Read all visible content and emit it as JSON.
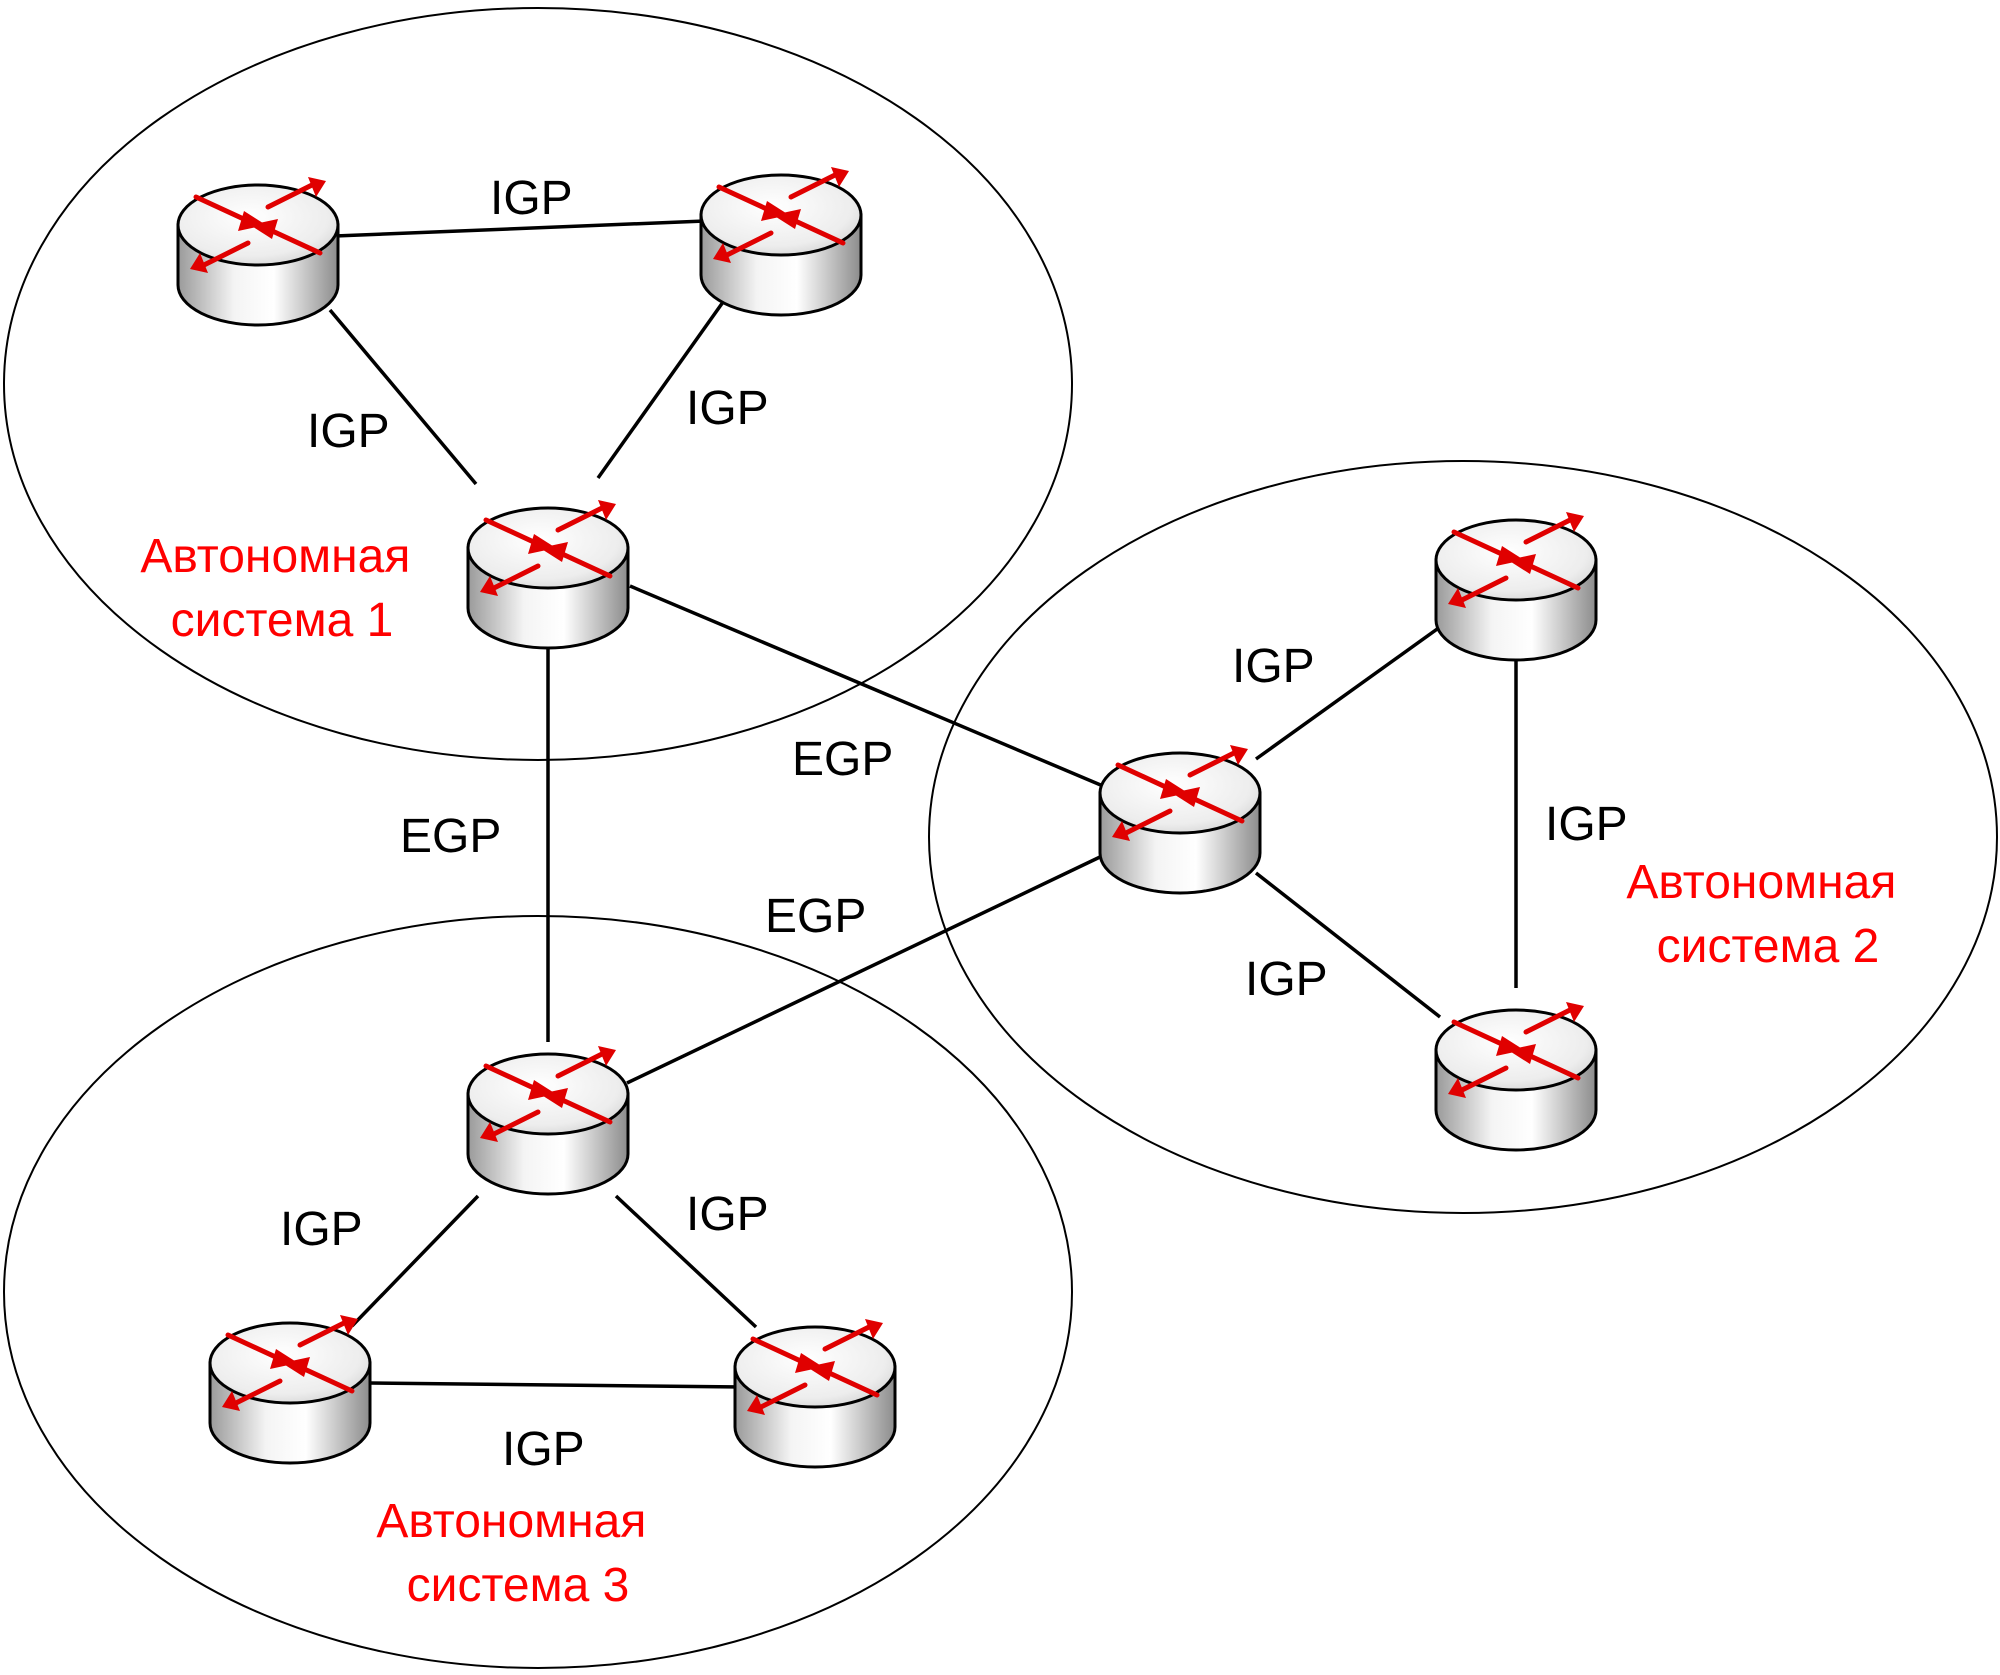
{
  "colors": {
    "as_label": "#ff0000",
    "router_arrow": "#e00000",
    "line": "#000000"
  },
  "autonomous_systems": [
    {
      "label_line1": "Автономная",
      "label_line2": "система 1"
    },
    {
      "label_line1": "Автономная",
      "label_line2": "система 2"
    },
    {
      "label_line1": "Автономная",
      "label_line2": "система 3"
    }
  ],
  "links": {
    "as1_top": "IGP",
    "as1_left": "IGP",
    "as1_right": "IGP",
    "as2_upper": "IGP",
    "as2_right": "IGP",
    "as2_lower": "IGP",
    "as3_left": "IGP",
    "as3_right": "IGP",
    "as3_bottom": "IGP",
    "egp_1_2": "EGP",
    "egp_1_3": "EGP",
    "egp_2_3": "EGP"
  },
  "router_icon": "router-icon"
}
